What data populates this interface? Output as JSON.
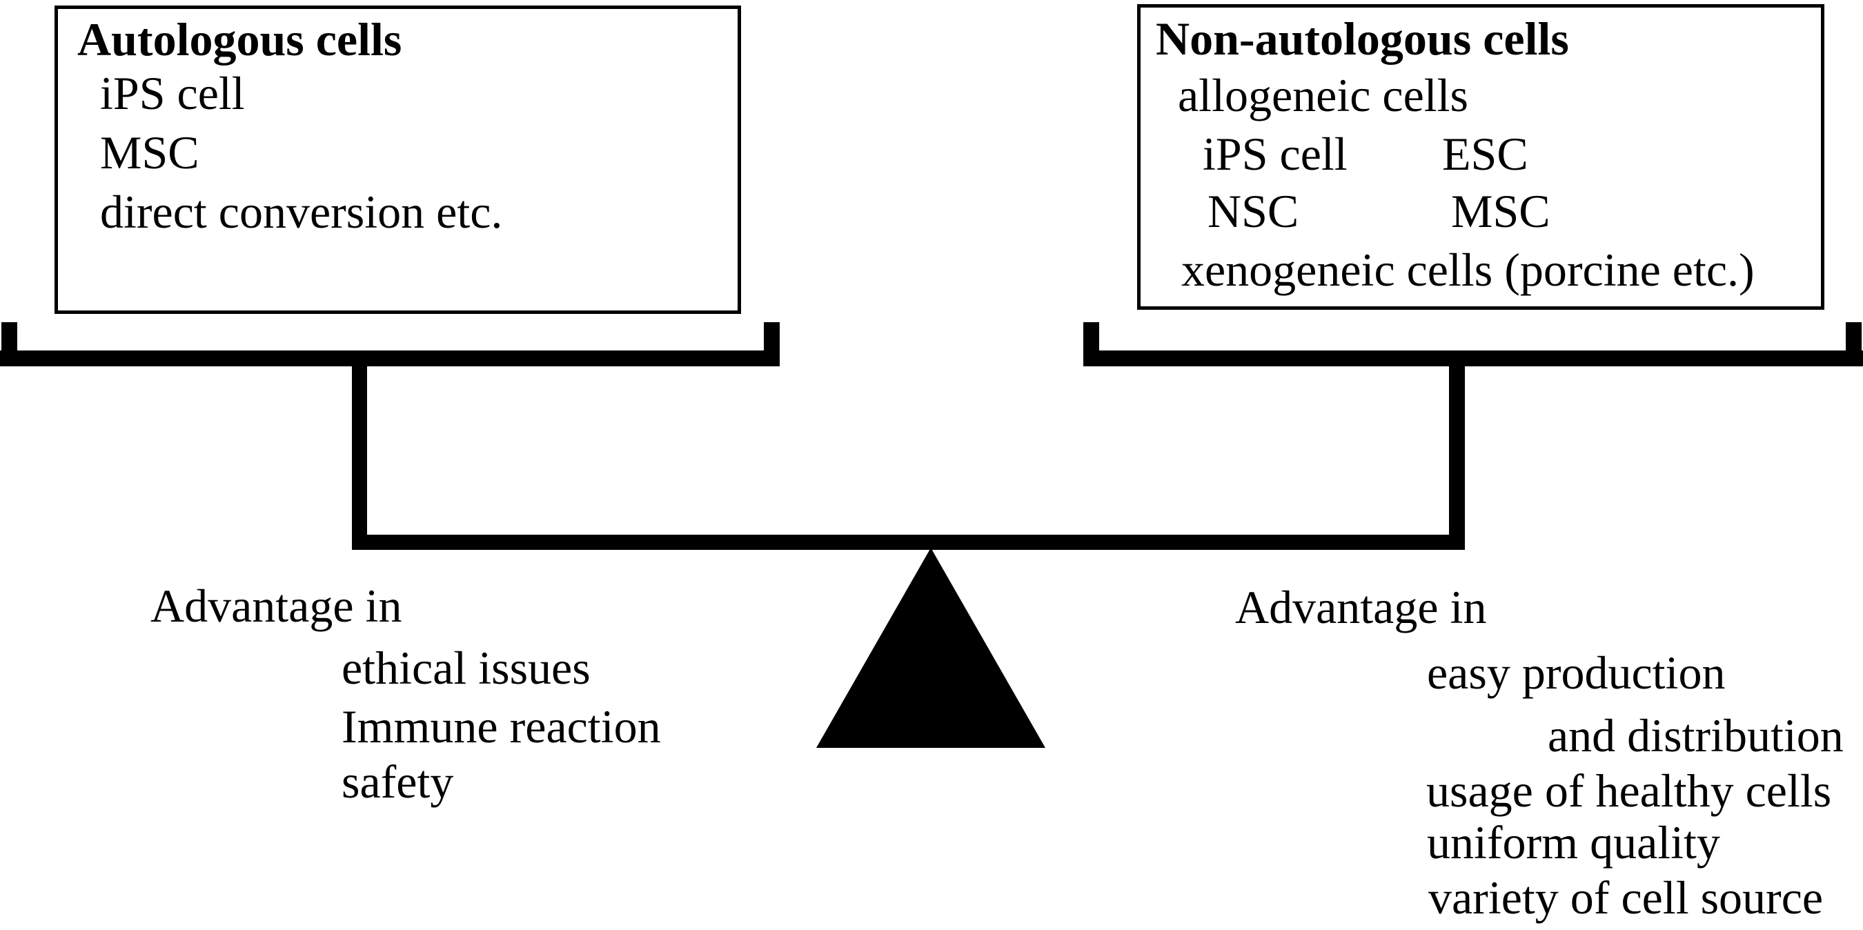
{
  "colors": {
    "ink": "#000000",
    "paper": "#ffffff"
  },
  "left_box": {
    "title": "Autologous cells",
    "items": [
      "iPS cell",
      "MSC",
      "direct conversion etc."
    ]
  },
  "right_box": {
    "title": "Non-autologous cells",
    "group_label": "allogeneic cells",
    "pairs": [
      [
        "iPS cell",
        "ESC"
      ],
      [
        "NSC",
        "MSC"
      ]
    ],
    "xeno_label": "xenogeneic cells (porcine etc.)"
  },
  "left_advantages": {
    "heading": "Advantage in",
    "items": [
      "ethical issues",
      "Immune reaction",
      "safety"
    ]
  },
  "right_advantages": {
    "heading": "Advantage in",
    "items": [
      "easy production",
      "and distribution",
      "usage of healthy cells",
      "uniform quality",
      "variety of cell source"
    ]
  }
}
